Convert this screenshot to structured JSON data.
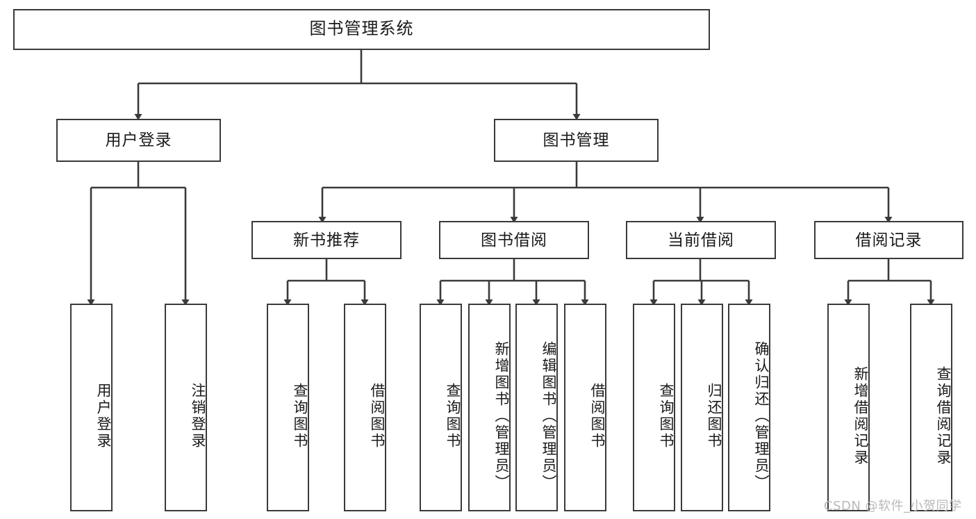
{
  "diagram": {
    "title": "图书管理系统",
    "type": "tree-hierarchy",
    "watermark": "CSDN @软件_小贺同学",
    "colors": {
      "stroke": "#3a3a3a",
      "fill": "#ffffff",
      "text": "#1a1a1a",
      "watermark": "#b9b9b9"
    },
    "root": {
      "label": "图书管理系统"
    },
    "level2": [
      {
        "label": "用户登录"
      },
      {
        "label": "图书管理"
      }
    ],
    "level3": [
      {
        "label": "新书推荐"
      },
      {
        "label": "图书借阅"
      },
      {
        "label": "当前借阅"
      },
      {
        "label": "借阅记录"
      }
    ],
    "leaves": {
      "user_login": [
        {
          "label": "用户登录"
        },
        {
          "label": "注销登录"
        }
      ],
      "new_book_recommend": [
        {
          "label": "查询图书"
        },
        {
          "label": "借阅图书"
        }
      ],
      "book_borrow": [
        {
          "label": "查询图书"
        },
        {
          "label": "新增图书（管理员）"
        },
        {
          "label": "编辑图书（管理员）"
        },
        {
          "label": "借阅图书"
        }
      ],
      "current_borrow": [
        {
          "label": "查询图书"
        },
        {
          "label": "归还图书"
        },
        {
          "label": "确认归还（管理员）"
        }
      ],
      "borrow_record": [
        {
          "label": "新增借阅记录"
        },
        {
          "label": "查询借阅记录"
        }
      ]
    }
  }
}
